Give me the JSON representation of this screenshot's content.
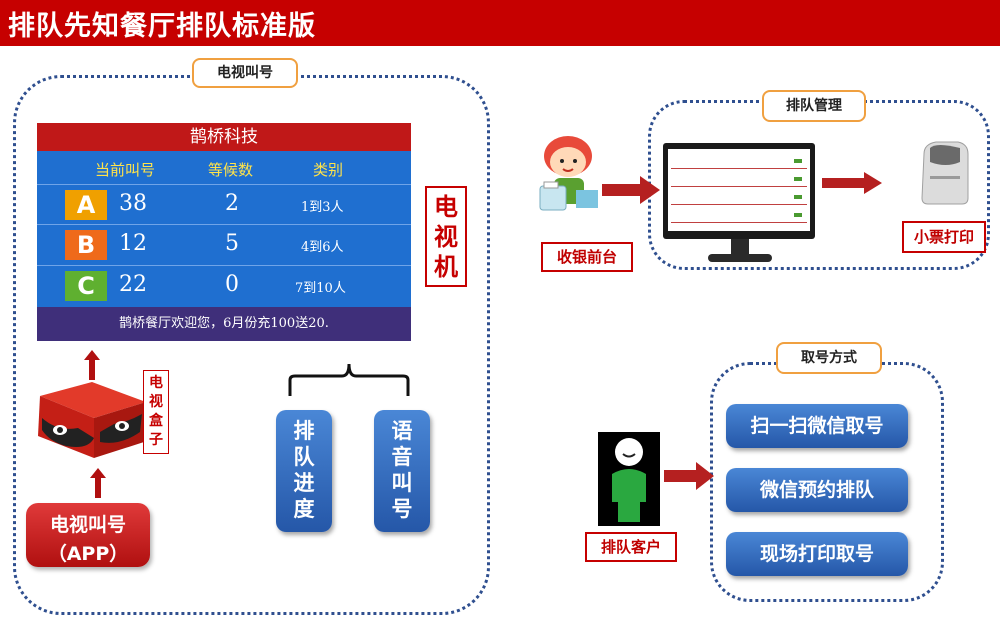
{
  "header": {
    "title": "排队先知餐厅排队标准版"
  },
  "tv_section": {
    "label": "电视叫号",
    "screen": {
      "company": "鹊桥科技",
      "columns": [
        "当前叫号",
        "等候数",
        "类别"
      ],
      "rows": [
        {
          "letter": "A",
          "number": "38",
          "waiting": "2",
          "category": "1到3人",
          "color": "#f0a000"
        },
        {
          "letter": "B",
          "number": "12",
          "waiting": "5",
          "category": "4到6人",
          "color": "#ef6a1a"
        },
        {
          "letter": "C",
          "number": "22",
          "waiting": "0",
          "category": "7到10人",
          "color": "#5fb030"
        }
      ],
      "footer": "鹊桥餐厅欢迎您，6月份充100送20."
    },
    "tv_label": [
      "电",
      "视",
      "机"
    ],
    "box_label": [
      "电",
      "视",
      "盒",
      "子"
    ],
    "app_button": [
      "电视叫号",
      "（APP）"
    ],
    "features": [
      {
        "chars": [
          "排",
          "队",
          "进",
          "度"
        ]
      },
      {
        "chars": [
          "语",
          "音",
          "叫",
          "号"
        ]
      }
    ]
  },
  "management": {
    "label": "排队管理",
    "cashier_label": "收银前台",
    "printer_label": "小票打印"
  },
  "ticket": {
    "label": "取号方式",
    "customer_label": "排队客户",
    "methods": [
      "扫一扫微信取号",
      "微信预约排队",
      "现场打印取号"
    ]
  },
  "colors": {
    "header": "#c60000",
    "accent_red": "#c60000",
    "pill_blue": "#2f6bbf"
  }
}
